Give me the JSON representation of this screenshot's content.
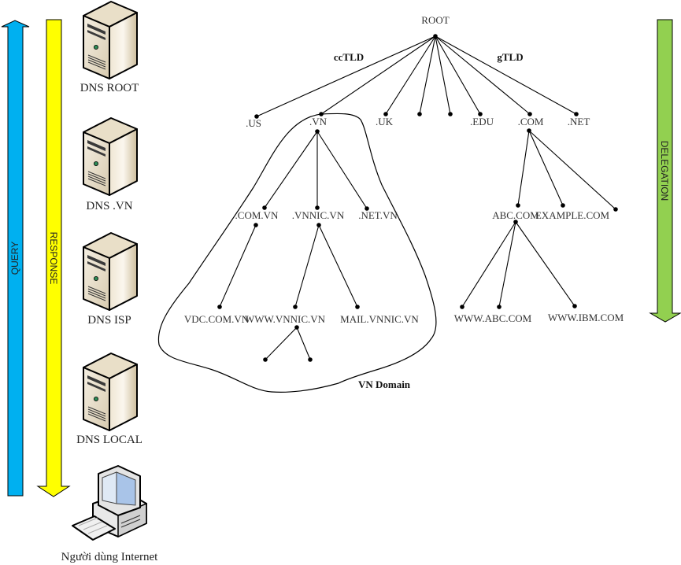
{
  "left_panel": {
    "query_arrow": {
      "label": "QUERY",
      "color": "#00b0f0",
      "direction": "up"
    },
    "response_arrow": {
      "label": "RESPONSE",
      "color": "#ffff00",
      "direction": "down"
    },
    "servers": [
      {
        "label": "DNS ROOT",
        "icon": "server-icon"
      },
      {
        "label": "DNS .VN",
        "icon": "server-icon"
      },
      {
        "label": "DNS ISP",
        "icon": "server-icon"
      },
      {
        "label": "DNS LOCAL",
        "icon": "server-icon"
      }
    ],
    "client": {
      "label": "Người dùng Internet",
      "icon": "desktop-computer-icon"
    }
  },
  "delegation_arrow": {
    "label": "DELEGATION",
    "color": "#92d050",
    "direction": "down"
  },
  "tree": {
    "root_label": "ROOT",
    "group_labels": {
      "cctld": "ccTLD",
      "gtld": "gTLD"
    },
    "zone_label": "VN Domain",
    "tld_labels": [
      ".US",
      ".VN",
      ".UK",
      "",
      "",
      ".EDU",
      ".COM",
      ".NET"
    ],
    "vn_children": [
      ".COM.VN",
      ".VNNIC.VN",
      ".NET.VN"
    ],
    "vn_grandchildren": [
      "VDC.COM.VN",
      "WWW.VNNIC.VN",
      "MAIL.VNNIC.VN"
    ],
    "com_children": [
      "ABC.COM",
      "EXAMPLE.COM",
      ""
    ],
    "abc_children": [
      "WWW.ABC.COM",
      "",
      "WWW.IBM.COM"
    ]
  }
}
